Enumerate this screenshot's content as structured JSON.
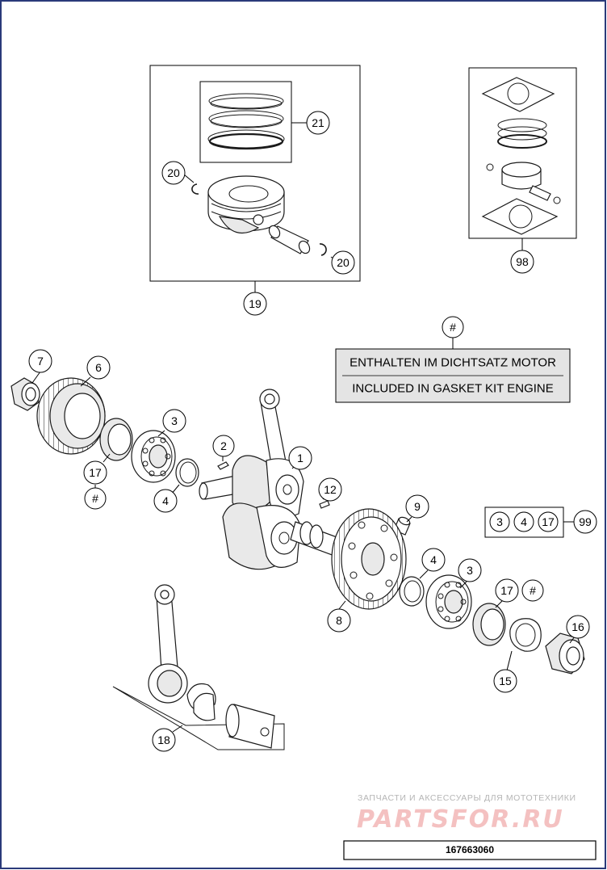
{
  "diagram": {
    "callouts": {
      "c21": "21",
      "c20a": "20",
      "c20b": "20",
      "c19": "19",
      "c98": "98",
      "c7": "7",
      "c6": "6",
      "c3a": "3",
      "c2": "2",
      "c1": "1",
      "c17a": "17",
      "c17a_hash": "#",
      "c4a": "4",
      "c12": "12",
      "c9": "9",
      "c4b": "4",
      "c3b": "3",
      "c8": "8",
      "c17b": "17",
      "c17b_hash": "#",
      "c16": "16",
      "c15": "15",
      "c18": "18",
      "note_hash": "#",
      "kit_3": "3",
      "kit_4": "4",
      "kit_17": "17",
      "c99": "99"
    },
    "note": {
      "line_de": "ENTHALTEN IM DICHTSATZ MOTOR",
      "line_en": "INCLUDED IN GASKET KIT ENGINE"
    },
    "watermark": {
      "tagline": "ЗАПЧАСТИ И АКСЕССУАРЫ ДЛЯ МОТОТЕХНИКИ",
      "logo": "PARTSFOR.RU"
    },
    "reference_number": "167663060"
  }
}
